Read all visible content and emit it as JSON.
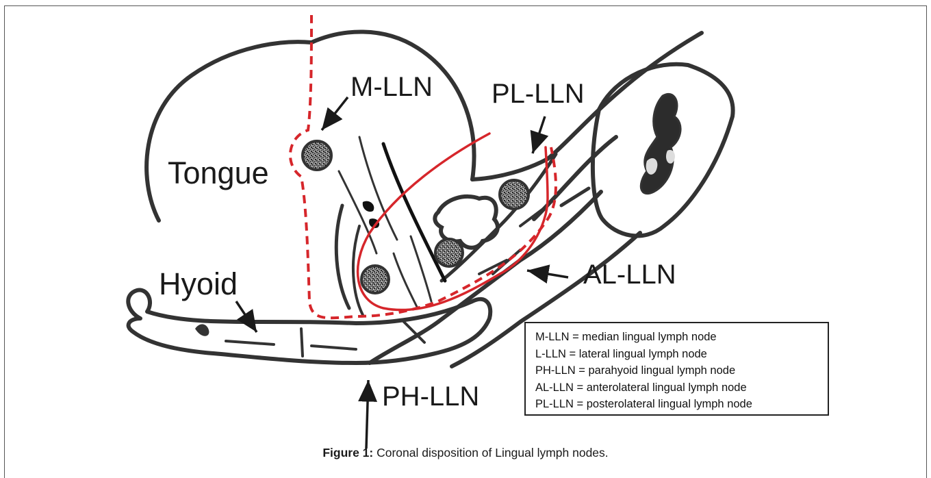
{
  "labels": {
    "tongue": "Tongue",
    "hyoid": "Hyoid",
    "m_lln": "M-LLN",
    "pl_lln": "PL-LLN",
    "al_lln": "AL-LLN",
    "ph_lln": "PH-LLN"
  },
  "legend": [
    "M-LLN = median lingual lymph node",
    "L-LLN = lateral lingual lymph node",
    "PH-LLN = parahyoid lingual lymph node",
    "AL-LLN = anterolateral lingual lymph node",
    "PL-LLN = posterolateral lingual lymph node"
  ],
  "caption": {
    "prefix": "Figure 1:",
    "text": " Coronal disposition of Lingual lymph nodes."
  },
  "colors": {
    "outline": "#333333",
    "red": "#d6262b",
    "node": "#777777"
  }
}
